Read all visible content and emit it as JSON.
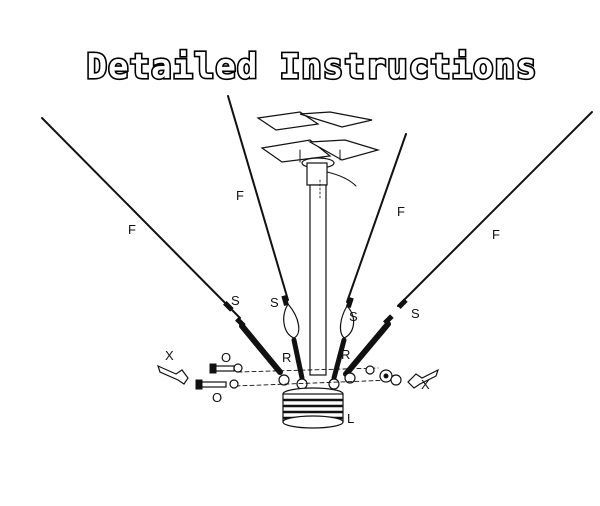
{
  "title": "Detailed Instructions",
  "labels": {
    "cable": "F",
    "thimble": "S",
    "turnbuckle": "R",
    "wrench": "X",
    "bolt": "O",
    "base": "L"
  },
  "colors": {
    "ink": "#111111",
    "background": "#ffffff"
  },
  "icons": [
    "solar-panel-icon",
    "wrench-icon",
    "bolt-icon",
    "nut-icon"
  ]
}
